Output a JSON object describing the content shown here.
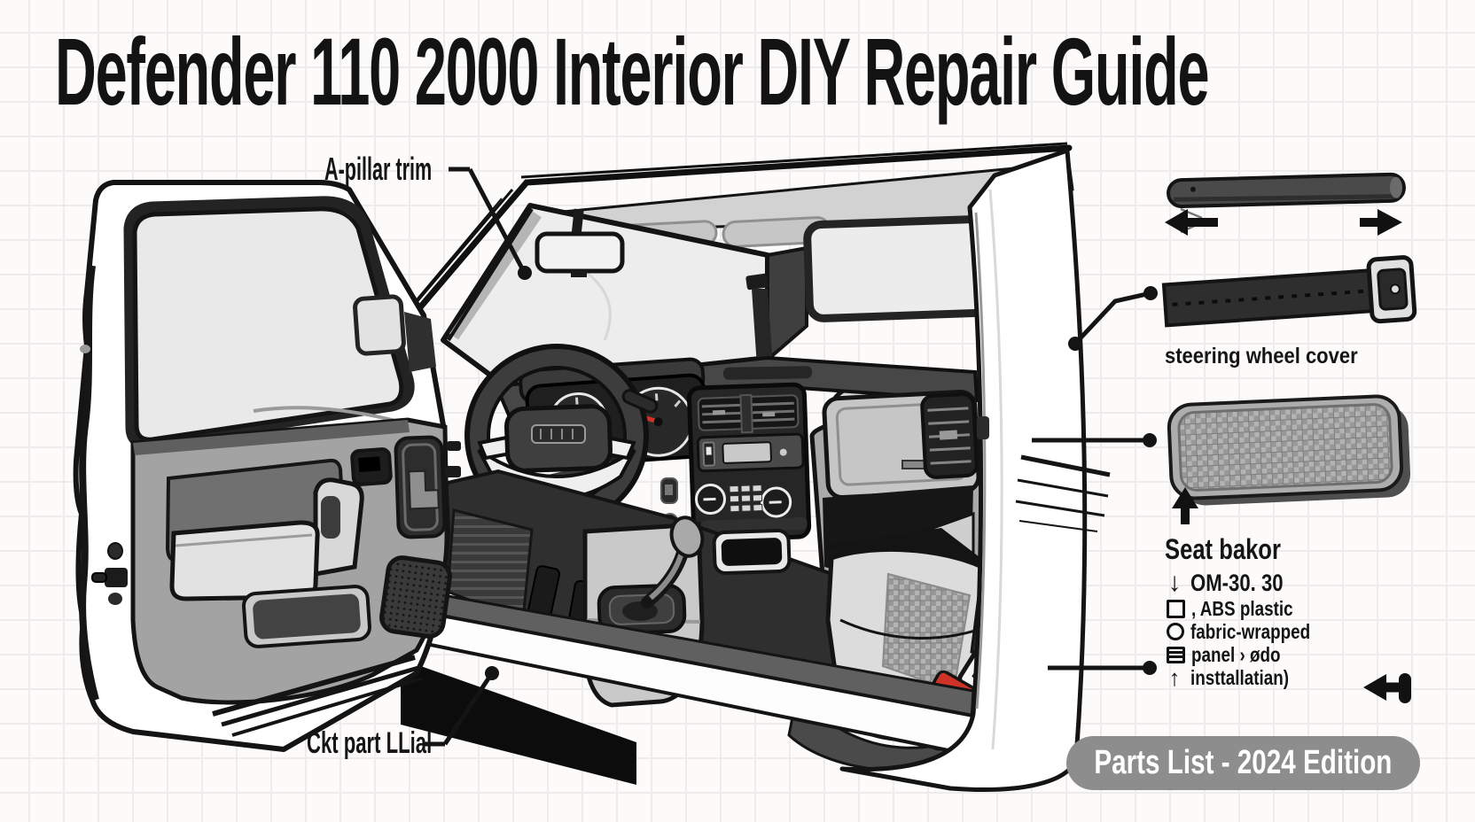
{
  "title": "Defender 110 2000 Interior DIY Repair Guide",
  "labels": {
    "a_pillar": "A-pillar trim",
    "sill": "Ckt part LLial"
  },
  "sidebar": {
    "steering_label": "steering wheel cover",
    "heading": "Seat bakor",
    "items": [
      {
        "icon": "arrow-down-icon",
        "glyph": "↓",
        "text": "OM-30. 30"
      },
      {
        "icon": "open-box-icon",
        "glyph": "",
        "text": ", ABS plastic"
      },
      {
        "icon": "circle-icon",
        "glyph": "",
        "text": "fabric-wrapped"
      },
      {
        "icon": "panel-icon",
        "glyph": "",
        "text": "panel › ødo"
      },
      {
        "icon": "arrow-up-icon",
        "glyph": "↑",
        "text": "insttallatian)"
      }
    ]
  },
  "badge": {
    "text": "Parts List - 2024 Edition",
    "bg": "#8d8d8d"
  },
  "colors": {
    "outline": "#141414",
    "accent_red": "#cf3328",
    "door_panel_gray": "#a3a3a3",
    "mat_gray": "#adadad",
    "part_dark_gray": "#4a4a4a",
    "badge_gray": "#8d8d8d",
    "glass_gray": "#ededed"
  }
}
